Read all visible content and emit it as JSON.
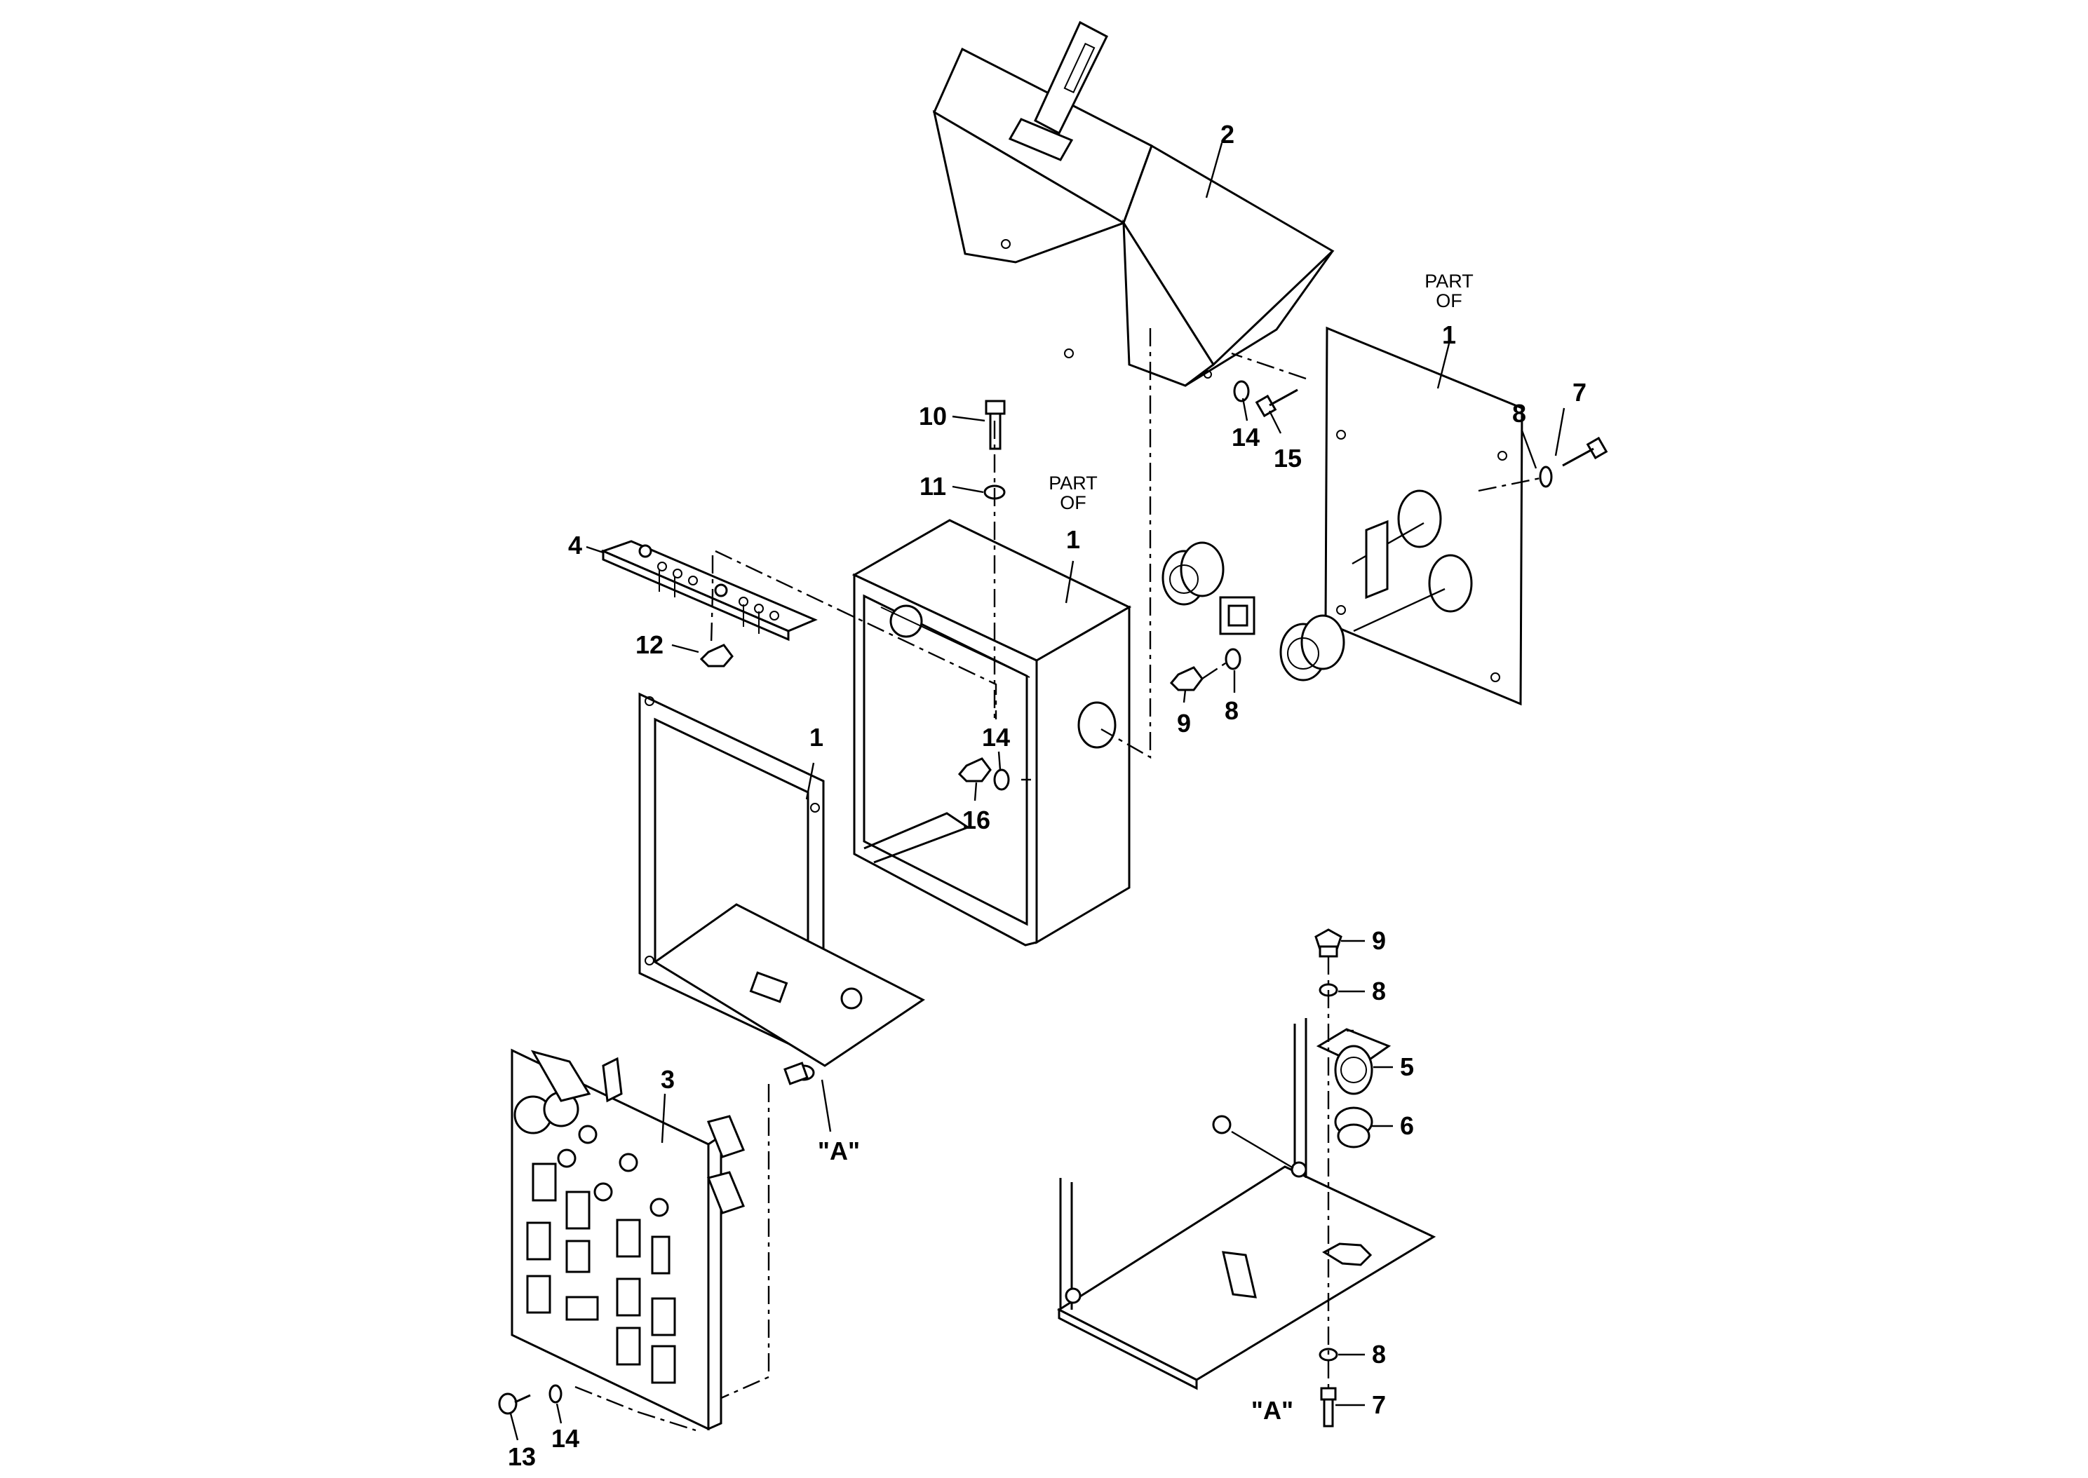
{
  "callouts": {
    "c2": "2",
    "c1_rightplate": "1",
    "c7_top": "7",
    "c8_top": "8",
    "c14_top": "14",
    "c15": "15",
    "c10": "10",
    "c11": "11",
    "c1_box": "1",
    "c4": "4",
    "c12": "12",
    "c9_mid": "9",
    "c8_mid": "8",
    "c14_mid": "14",
    "c16": "16",
    "c1_frame": "1",
    "c3": "3",
    "c9_right": "9",
    "c8_right": "8",
    "c5": "5",
    "c6": "6",
    "c8_bottom": "8",
    "c7_bottom": "7",
    "c13": "13",
    "c14_bottom": "14"
  },
  "notes": {
    "part_of_line1_right": "PART",
    "part_of_line2_right": "OF",
    "part_of_line1_box": "PART",
    "part_of_line2_box": "OF",
    "detail_a_left": "\"A\"",
    "detail_a_right": "\"A\""
  }
}
